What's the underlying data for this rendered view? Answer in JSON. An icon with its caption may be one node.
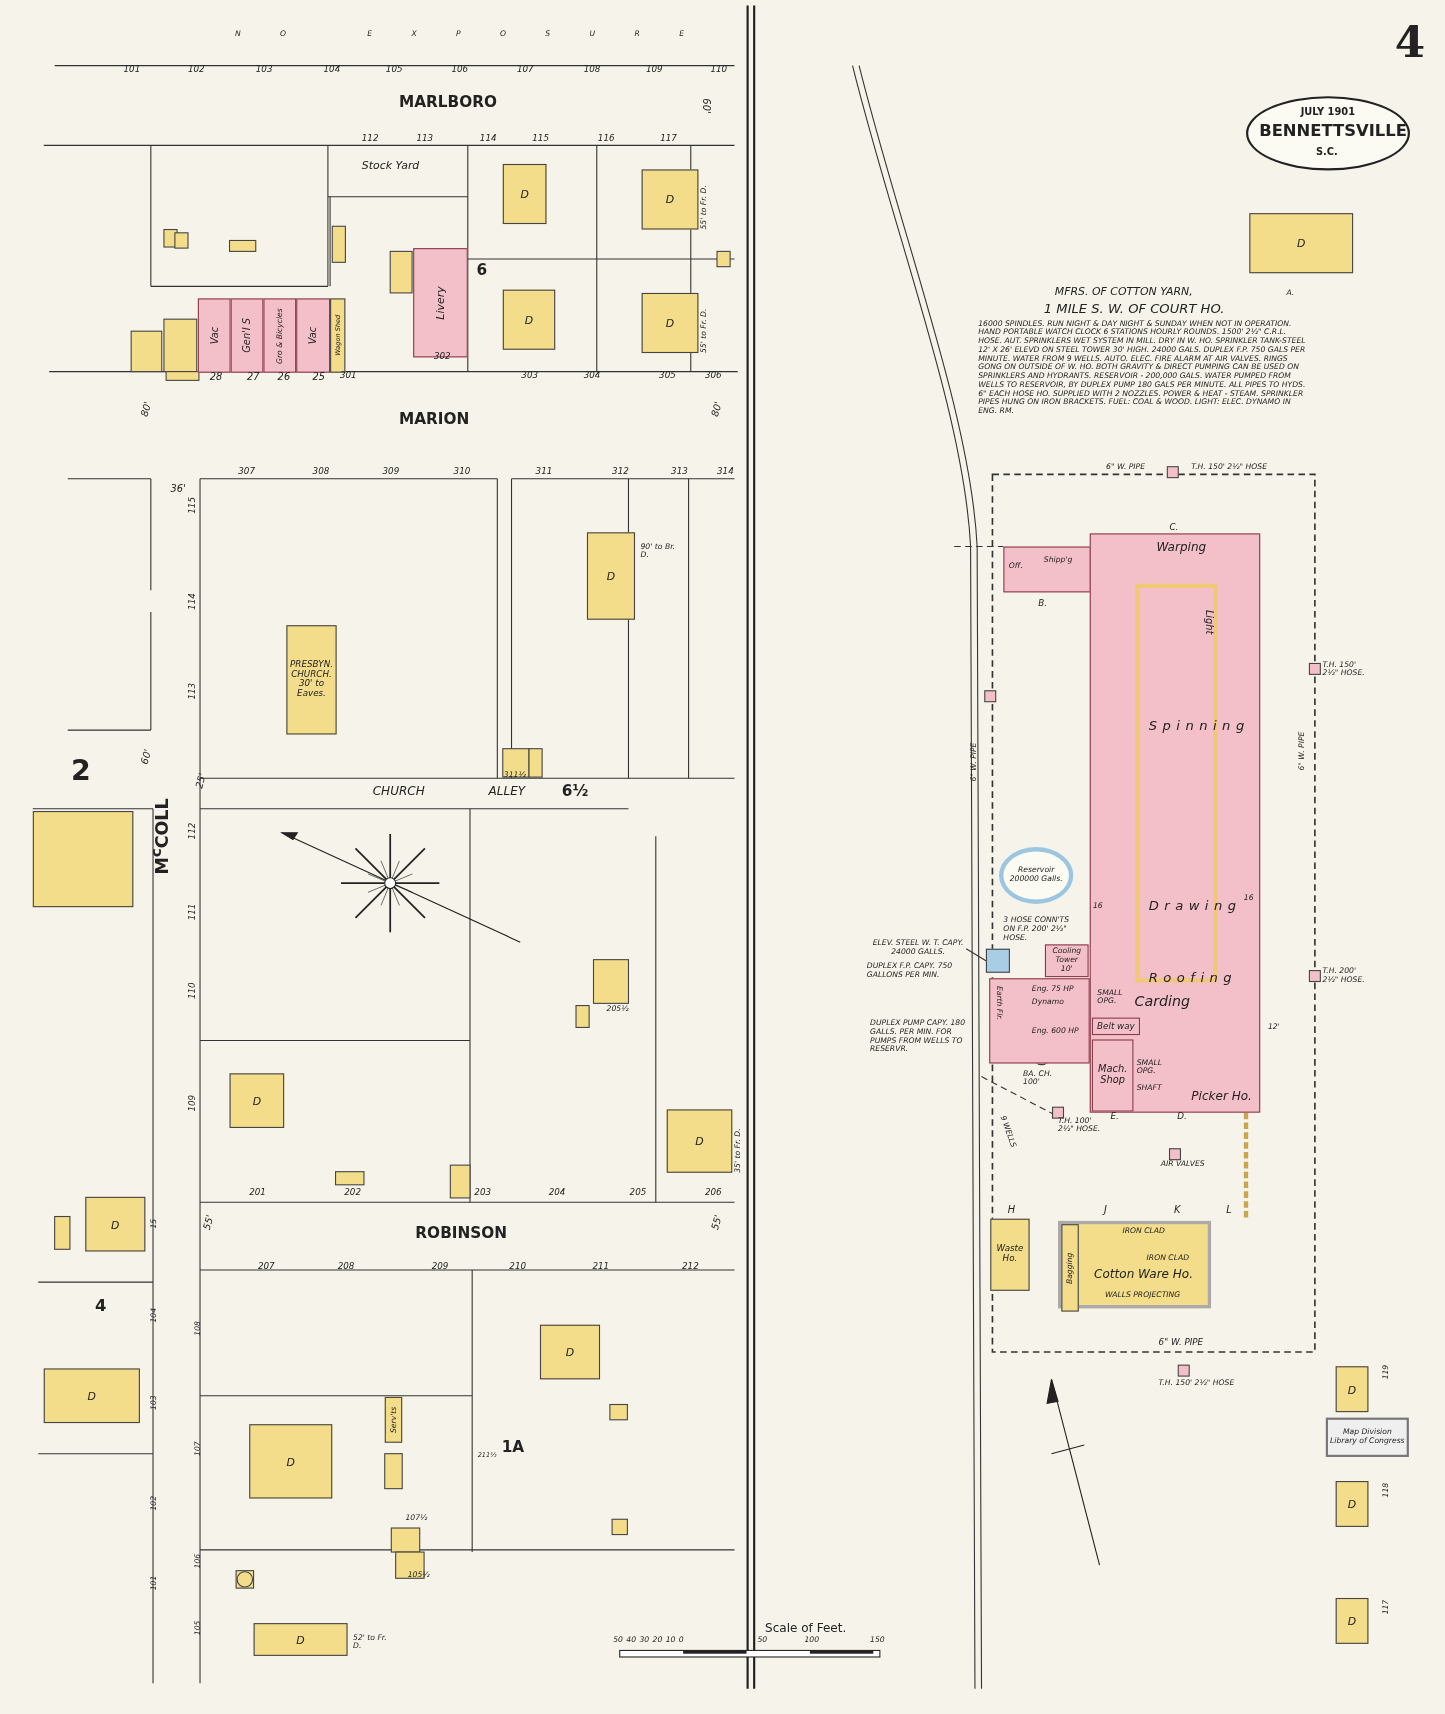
{
  "diagram": {
    "nodes": [
      {
        "text": [
          "JULY 1901",
          "BENNETTSVILLE",
          "S.C."
        ]
      },
      {
        "text": [
          "D"
        ]
      },
      {
        "text": [
          "D"
        ],
        "beside": [
          "55' to Fr. D."
        ]
      },
      {
        "text": [
          "Vac"
        ]
      },
      {
        "text": [
          "Gen'l S"
        ]
      },
      {
        "text": [
          "Gro & Bicycles"
        ]
      },
      {
        "text": [
          "Vac"
        ]
      },
      {
        "text": [
          "Wagon Shed"
        ]
      },
      {
        "text": [
          "Livery"
        ]
      },
      {
        "text": [
          "D"
        ]
      },
      {
        "text": [
          "D"
        ],
        "beside": [
          "55' to Fr. D."
        ]
      },
      {
        "text": [
          "PRESBYN. CHURCH.",
          "30' to Eaves."
        ]
      },
      {
        "text": [
          "D"
        ],
        "beside": [
          "90' to Br. D."
        ]
      },
      {
        "text": [
          "D"
        ]
      },
      {
        "text": [
          "D"
        ],
        "beside": [
          "35' to Fr. D."
        ]
      },
      {
        "text": [
          "D"
        ]
      },
      {
        "text": [
          "D"
        ]
      },
      {
        "text": [
          "D"
        ]
      },
      {
        "text": [
          "D"
        ]
      },
      {
        "text": [
          "Serv'ts"
        ]
      },
      {
        "text": [
          "D"
        ],
        "beside": [
          "52' to Fr. D."
        ]
      },
      {
        "text": [
          "D"
        ]
      },
      {
        "text": [
          "Off.",
          "Shipp'g"
        ]
      },
      {
        "text": [
          "Warping",
          "Carding",
          "Picker Ho."
        ]
      },
      {
        "text": [
          "Spinning",
          "Drawing",
          "Roofing",
          "Light"
        ],
        "in": 23
      },
      {
        "text": [
          "Belt way"
        ],
        "in": 23
      },
      {
        "text": [
          "Mach. Shop"
        ],
        "in": 23
      },
      {
        "text": [
          "Reservoir 200000 Galls."
        ]
      },
      {
        "text": [
          "Cooling Tower",
          "10'"
        ]
      },
      {
        "text": [
          "Eng. 75 HP",
          "Dynamo",
          "Eng. 600 HP",
          "Earth Flr."
        ]
      },
      {
        "text": [
          "ELEV. STEEL W. T. CAPY. 24000 GALLS."
        ]
      },
      {
        "text": [],
        "shape": "box"
      },
      {
        "text": [
          "Waste Ho."
        ]
      },
      {
        "text": [
          "IRON CLAD",
          "IRON CLAD",
          "Cotton Ware Ho.",
          "WALLS PROJECTING"
        ]
      },
      {
        "text": [
          "Bagging"
        ],
        "in": 33
      },
      {
        "text": [
          "D"
        ]
      },
      {
        "text": [
          "Map Division",
          "Library of Congress"
        ]
      },
      {
        "text": [
          "D"
        ]
      },
      {
        "text": [
          "D"
        ]
      },
      {
        "text": [],
        "shape": "box"
      }
    ],
    "edges": [
      {
        "from": 30,
        "to": 31,
        "arrow": "none"
      }
    ],
    "labels": [
      "NO EXPOSURE",
      "101",
      "102",
      "103",
      "104",
      "105",
      "106",
      "107",
      "108",
      "109",
      "110",
      "MARLBORO",
      "60'",
      "112",
      "113",
      "114",
      "115",
      "116",
      "117",
      "Stock Yard",
      "6",
      "28",
      "27",
      "26",
      "25",
      "301",
      "302",
      "303",
      "304",
      "305",
      "306",
      "MARION",
      "80'",
      "80'",
      "307",
      "308",
      "309",
      "310",
      "311",
      "312",
      "313",
      "314",
      "36'",
      "115",
      "114",
      "113",
      "2",
      "60'",
      "25'",
      "CHURCH",
      "311½",
      "ALLEY",
      "6½",
      "M$^{c}$COLL",
      "112",
      "111",
      "110",
      "109",
      "205½",
      "201",
      "202",
      "203",
      "204",
      "205",
      "206",
      "55'",
      "ROBINSON",
      "55'",
      "15",
      "4",
      "207",
      "208",
      "209",
      "210",
      "211",
      "212",
      "104",
      "103",
      "102",
      "101",
      "108",
      "107",
      "106",
      "105",
      "211½",
      "1A",
      "107½",
      "105½",
      "Scale of Feet.",
      "50",
      "40",
      "30",
      "20",
      "10",
      "0",
      "50",
      "100",
      "150",
      "4",
      "MFRS. OF COTTON YARN,",
      "1 MILE S. W. OF COURT HO.",
      "16000 SPINDLES. RUN NIGHT & DAY NIGHT & SUNDAY WHEN NOT IN OPERATION. HAND PORTABLE WATCH CLOCK 6 STATIONS HOURLY ROUNDS. 1500' 2½\" C.R.L. HOSE. AUT. SPRINKLERS WET SYSTEM IN MILL. DRY IN W. HO. SPRINKLER TANK-STEEL 12' X 26' ELEVD ON STEEL TOWER 30' HIGH. 24000 GALS. DUPLEX F.P. 750 GALS PER MINUTE. WATER FROM 9 WELLS. AUTO. ELEC. FIRE ALARM AT AIR VALVES. RINGS GONG ON OUTSIDE OF W. HO. BOTH GRAVITY & DIRECT PUMPING CAN BE USED ON SPRINKLERS AND HYDRANTS. RESERVOIR - 200,000 GALS. WATER PUMPED FROM WELLS TO RESERVOIR, BY DUPLEX PUMP 180 GALS PER MINUTE. ALL PIPES TO HYDS. 6\" EACH HOSE HO. SUPPLIED WITH 2 NOZZLES. POWER & HEAT - STEAM. SPRINKLER PIPES HUNG ON IRON BRACKETS. FUEL: COAL & WOOD. LIGHT: ELEC. DYNAMO IN ENG. RM.",
      "6\" W. PIPE",
      "T.H. 150' 2½\" HOSE",
      "C.",
      "B.",
      "T.H. 150' 2½\" HOSE.",
      "6\" W. PIPE",
      "6\" W. PIPE",
      "16",
      "16",
      "3 HOSE CONN'TS ON F.P. 200' 2½\" HOSE.",
      "DUPLEX F.P. CAPY. 750 GALLONS PER MIN.",
      "DUPLEX PUMP CAPY. 180 GALLS. PER MIN. FOR PUMPS FROM WELLS TO RESERVR.",
      "T.H. 200' 2½\" HOSE.",
      "SMALL OPG.",
      "SMALL OPG.",
      "SHAFT",
      "12'",
      "BA. CH. 100'",
      "9 WELLS",
      "T.H. 100' 2½\" HOSE.",
      "E.",
      "D.",
      "AIR VALVES",
      "H",
      "J",
      "K",
      "L",
      "6\" W. PIPE",
      "T.H. 150' 2½\" HOSE",
      "119",
      "118",
      "117",
      "A."
    ]
  }
}
